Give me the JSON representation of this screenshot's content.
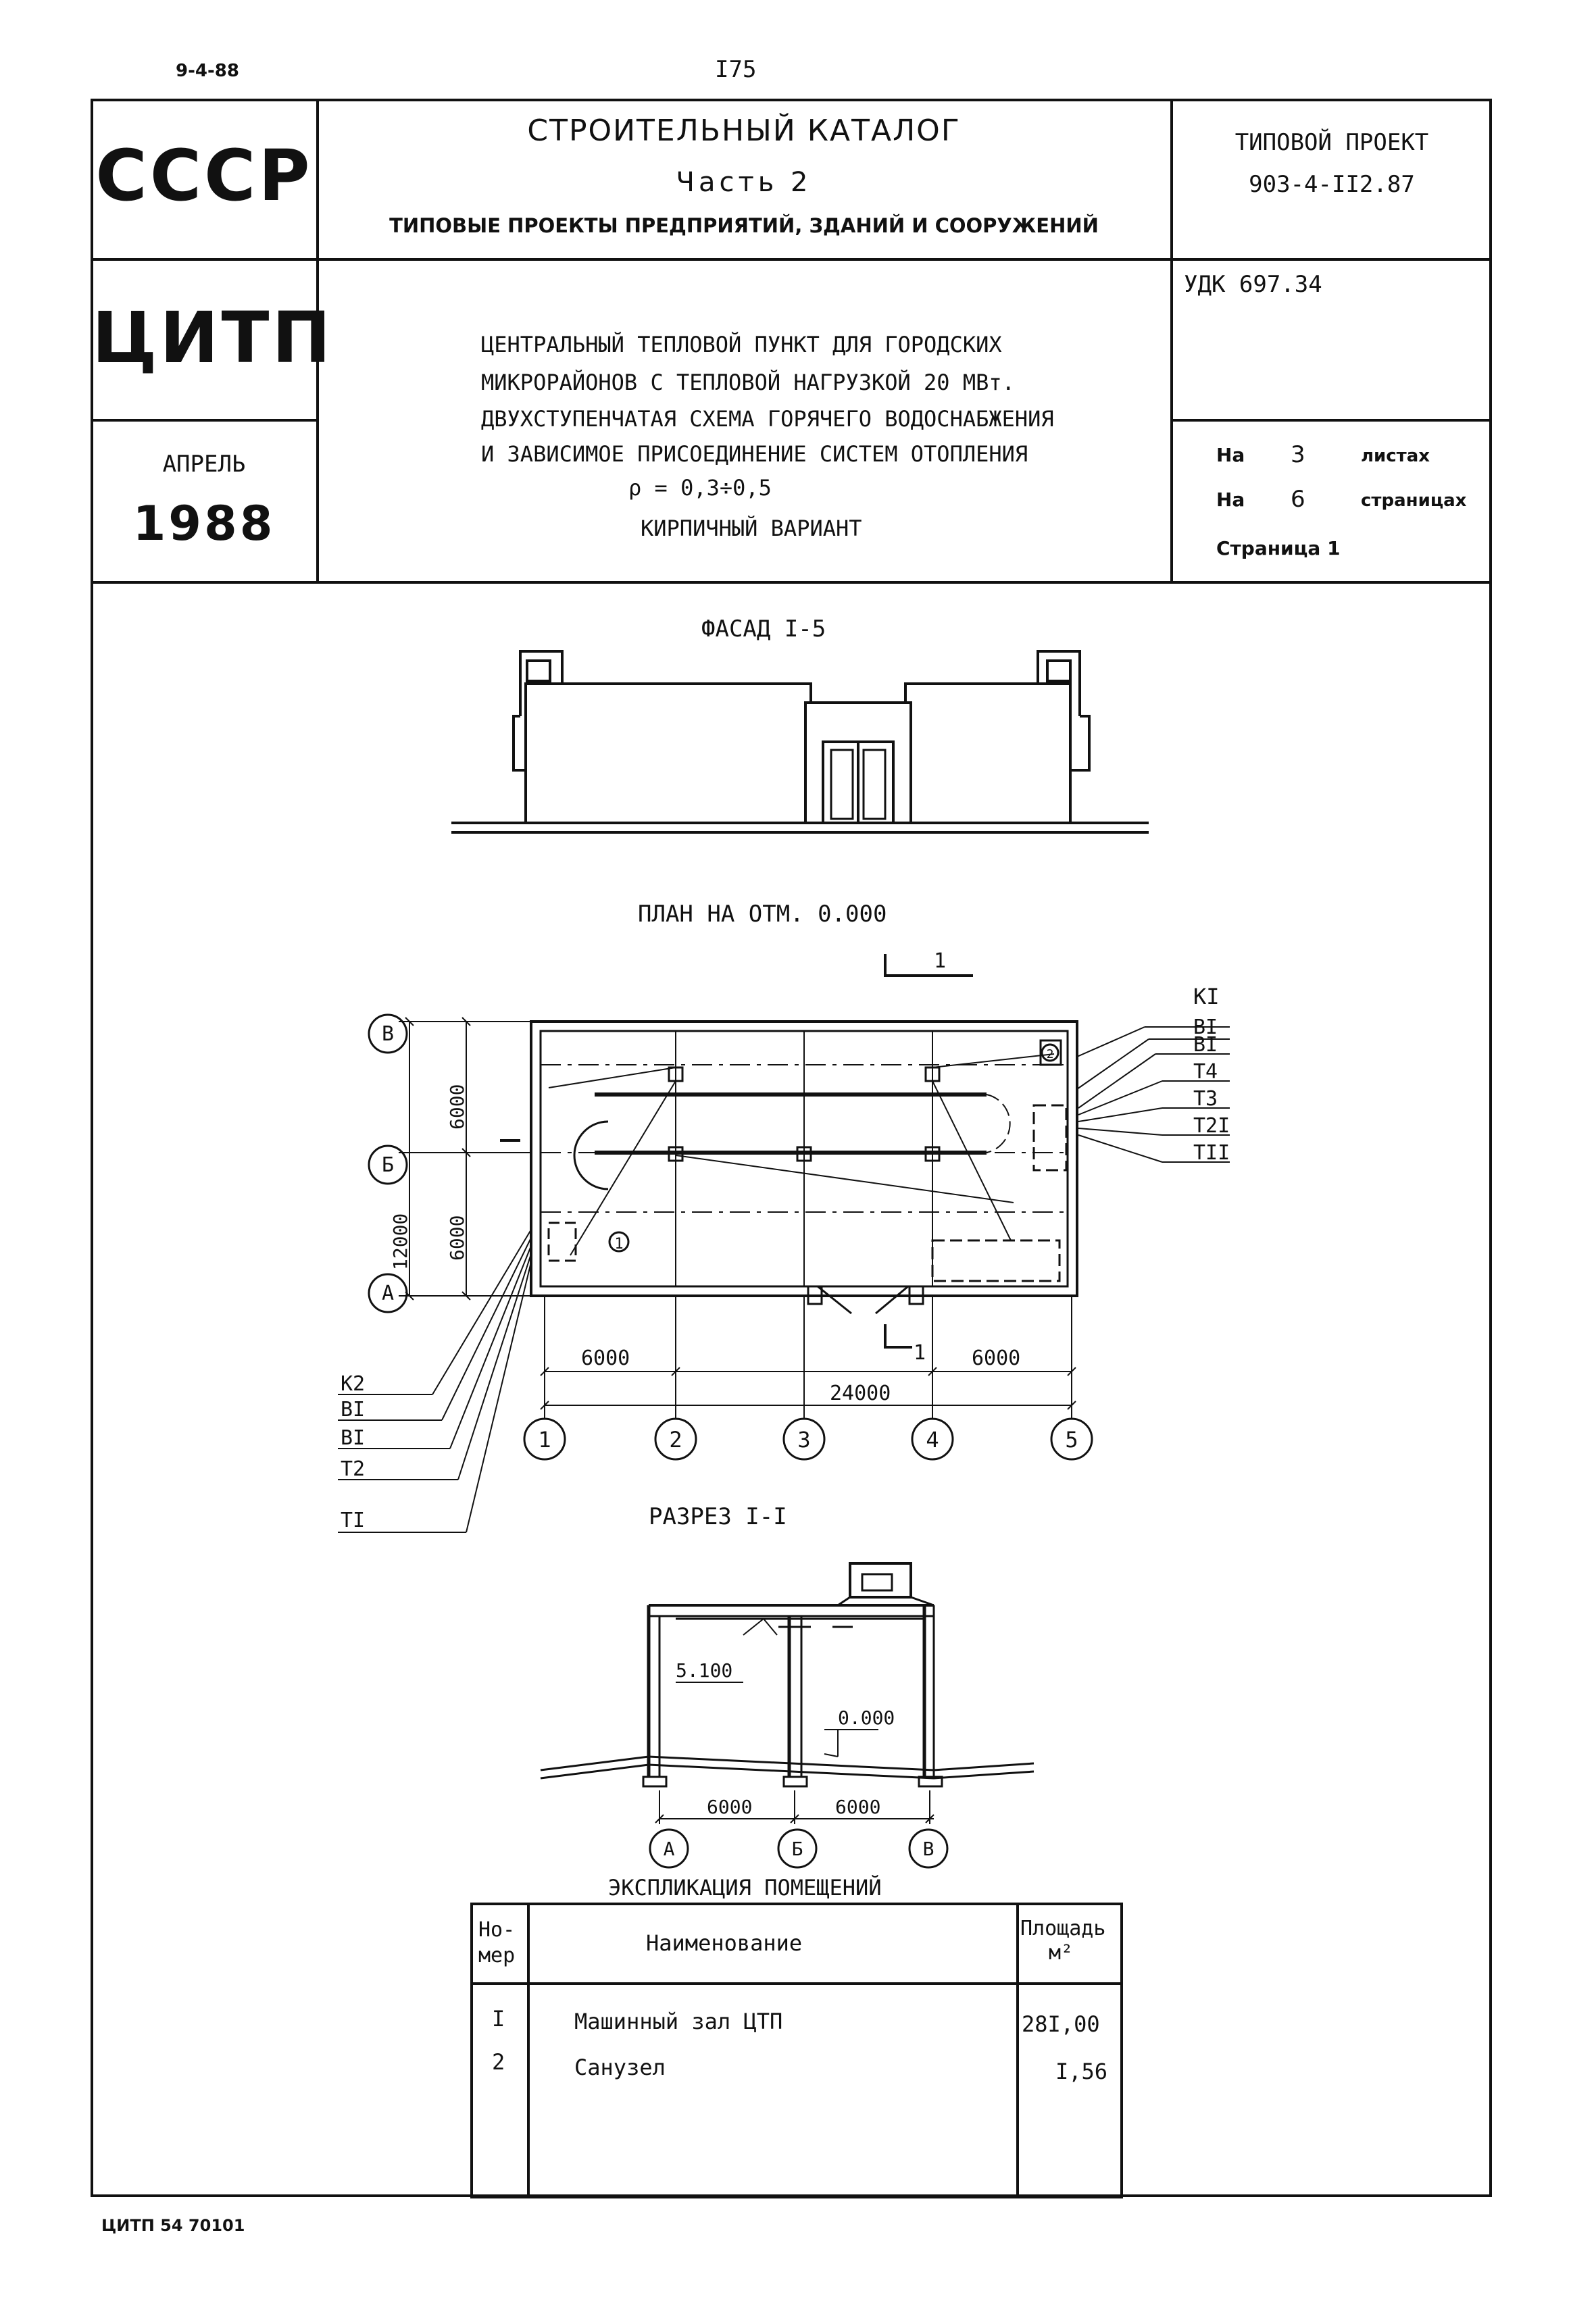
{
  "page": {
    "date_code": "9-4-88",
    "page_number": "I75",
    "footer_code": "ЦИТП 54 70101"
  },
  "header": {
    "ussr": "СССР",
    "catalog_title": "СТРОИТЕЛЬНЫЙ КАТАЛОГ",
    "part": "Часть 2",
    "catalog_subtitle": "ТИПОВЫЕ ПРОЕКТЫ ПРЕДПРИЯТИЙ, ЗДАНИЙ И СООРУЖЕНИЙ",
    "project_label": "ТИПОВОЙ ПРОЕКТ",
    "project_number": "903-4-II2.87",
    "org": "ЦИТП",
    "udk": "УДК 697.34",
    "month": "АПРЕЛЬ",
    "year": "1988",
    "description": [
      "ЦЕНТРАЛЬНЫЙ ТЕПЛОВОЙ ПУНКТ ДЛЯ ГОРОДСКИХ",
      "МИКРОРАЙОНОВ С ТЕПЛОВОЙ НАГРУЗКОЙ 20 МВт.",
      "ДВУХСТУПЕНЧАТАЯ СХЕМА ГОРЯЧЕГО ВОДОСНАБЖЕНИЯ",
      "И ЗАВИСИМОЕ ПРИСОЕДИНЕНИЕ СИСТЕМ ОТОПЛЕНИЯ",
      "ρ = 0,3÷0,5",
      "КИРПИЧНЫЙ ВАРИАНТ"
    ],
    "sheets_prefix": "На",
    "sheets_count": "3",
    "sheets_word": "листах",
    "pages_prefix": "На",
    "pages_count": "6",
    "pages_word": "страницах",
    "page_label": "Страница 1"
  },
  "drawings": {
    "facade_title": "ФАСАД I-5",
    "plan_title": "ПЛАН НА ОТМ. 0.000",
    "section_title": "РАЗРЕЗ I-I",
    "section_mark": "1",
    "axes_rows": [
      "В",
      "Б",
      "А"
    ],
    "axes_cols": [
      "1",
      "2",
      "3",
      "4",
      "5"
    ],
    "dim_6000": "6000",
    "dim_12000": "12000",
    "dim_24000": "24000",
    "room_1": "1",
    "room_2": "2",
    "pipes_right": [
      "КI",
      "ВI",
      "ВI",
      "Т4",
      "Т3",
      "Т2I",
      "ТII"
    ],
    "pipes_left": [
      "К2",
      "ВI",
      "ВI",
      "Т2",
      "ТI"
    ],
    "level_top": "5.100",
    "level_zero": "0.000"
  },
  "explication": {
    "title": "ЭКСПЛИКАЦИЯ ПОМЕЩЕНИЙ",
    "col_num": [
      "Но-",
      "мер"
    ],
    "col_name": "Наименование",
    "col_area": [
      "Площадь",
      "м²"
    ],
    "rows": [
      {
        "num": "I",
        "name": "Машинный зал ЦТП",
        "area": "28I,00"
      },
      {
        "num": "2",
        "name": "Санузел",
        "area": "I,56"
      }
    ]
  }
}
